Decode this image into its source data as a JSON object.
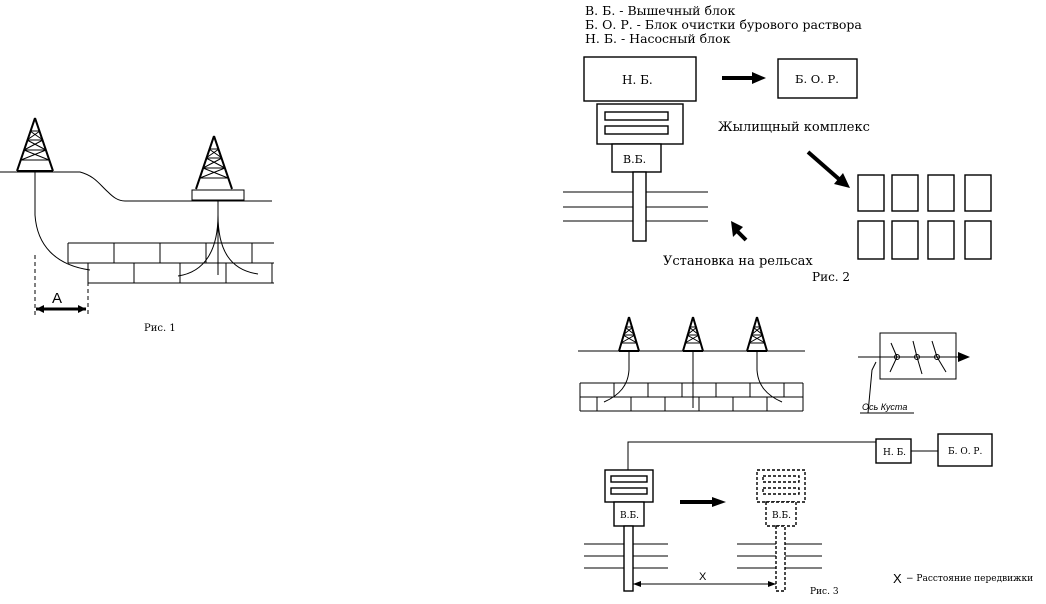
{
  "fig1": {
    "caption": "Рис. 1",
    "dim_label": "A"
  },
  "fig2": {
    "legend": [
      "В. Б. - Вышечный блок",
      "Б. О. Р. - Блок очистки бурового раствора",
      "Н. Б. -  Насосный блок"
    ],
    "box_nb": "Н. Б.",
    "box_bor": "Б. О. Р.",
    "box_vb": "В.Б.",
    "label_housing": "Жылищный комплекс",
    "label_rails": "Установка на рельсах",
    "caption": "Рис. 2"
  },
  "fig3": {
    "axis_label": "Ось Куста",
    "box_nb": "Н. Б.",
    "box_bor": "Б. О. Р.",
    "box_vb_1": "В.Б.",
    "box_vb_2": "В.Б.",
    "dist_mark": "X",
    "caption": "Рис. 3",
    "legend": "− Расстояние передвижки",
    "legend_mark": "X"
  }
}
